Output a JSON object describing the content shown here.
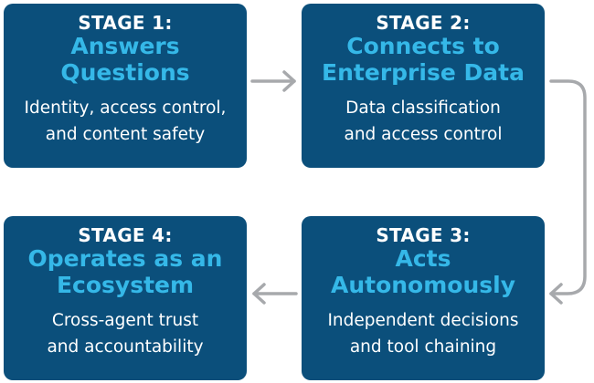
{
  "colors": {
    "card_background": "#0b4f7b",
    "title_accent": "#35b8e8",
    "text": "#ffffff",
    "connector": "#a7a9ac"
  },
  "stages": [
    {
      "number": "STAGE 1:",
      "title_lines": [
        "Answers",
        "Questions"
      ],
      "desc_lines": [
        "Identity, access control,",
        "and content safety"
      ]
    },
    {
      "number": "STAGE 2:",
      "title_lines": [
        "Connects to",
        "Enterprise Data"
      ],
      "desc_lines": [
        "Data classification",
        "and access control"
      ]
    },
    {
      "number": "STAGE 3:",
      "title_lines": [
        "Acts",
        "Autonomously"
      ],
      "desc_lines": [
        "Independent decisions",
        "and tool chaining"
      ]
    },
    {
      "number": "STAGE 4:",
      "title_lines": [
        "Operates as an",
        "Ecosystem"
      ],
      "desc_lines": [
        "Cross-agent trust",
        "and accountability"
      ]
    }
  ],
  "connectors": [
    {
      "from": "stage-1",
      "to": "stage-2",
      "icon": "arrow-right-icon"
    },
    {
      "from": "stage-2",
      "to": "stage-3",
      "icon": "curved-arrow-down-icon"
    },
    {
      "from": "stage-3",
      "to": "stage-4",
      "icon": "arrow-left-icon"
    }
  ]
}
